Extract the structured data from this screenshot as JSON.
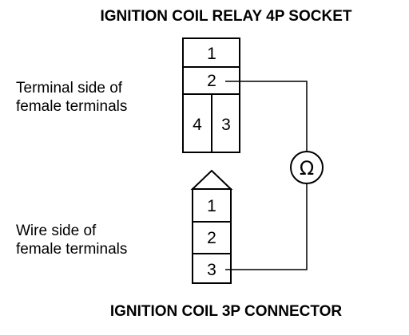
{
  "titles": {
    "relay_socket": "IGNITION COIL RELAY 4P SOCKET",
    "coil_connector": "IGNITION COIL 3P CONNECTOR"
  },
  "labels": {
    "terminal_side": [
      "Terminal side of",
      "female terminals"
    ],
    "wire_side": [
      "Wire side of",
      "female terminals"
    ]
  },
  "relay_socket": {
    "pins": [
      "1",
      "2",
      "4",
      "3"
    ]
  },
  "coil_connector": {
    "pins": [
      "1",
      "2",
      "3"
    ]
  },
  "meter": {
    "symbol": "Ω"
  }
}
